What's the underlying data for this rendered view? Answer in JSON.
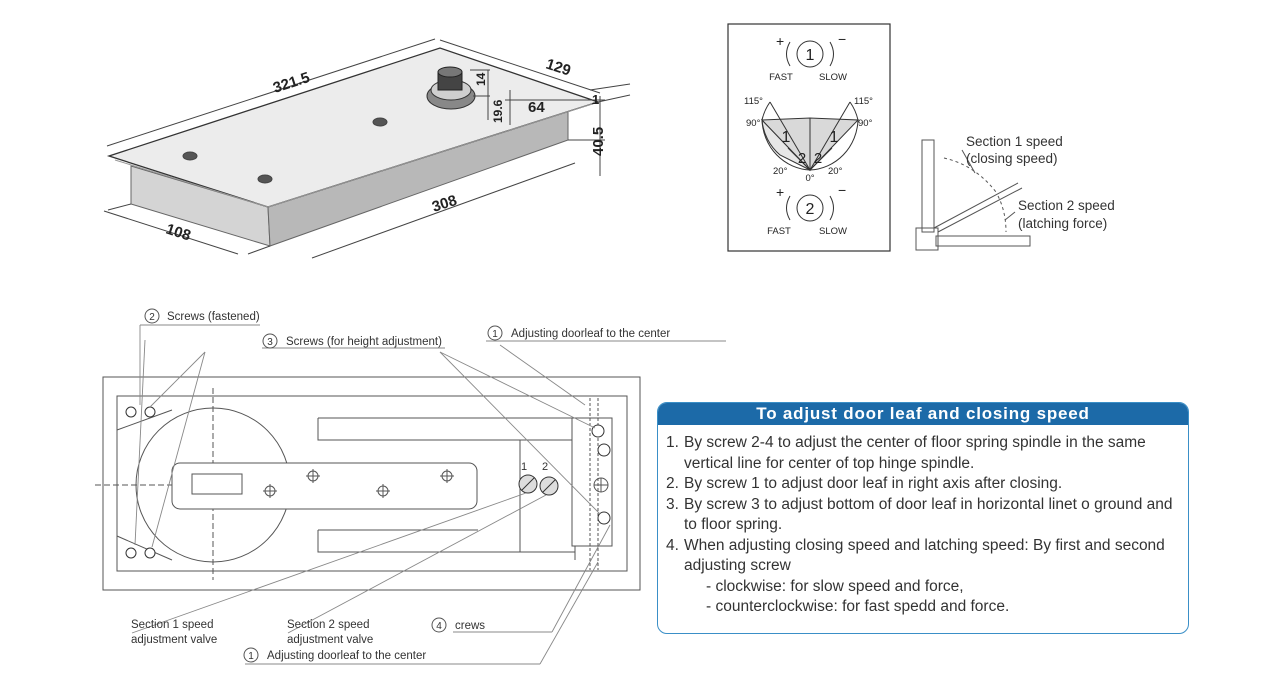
{
  "dims": {
    "length_top": "321.5",
    "width_top": "129",
    "spindle_h1": "14",
    "spindle_h2": "19.6",
    "spindle_offset": "64",
    "plate_thickness": "1",
    "body_height": "40.5",
    "body_width": "108",
    "body_length": "308"
  },
  "speed_box": {
    "plus": "+",
    "minus": "−",
    "fast": "FAST",
    "slow": "SLOW",
    "circle1": "1",
    "circle2": "2",
    "angle_115": "115°",
    "angle_90": "90°",
    "angle_20": "20°",
    "angle_0": "0°",
    "zone1": "1",
    "zone2": "2"
  },
  "sections": {
    "section1_title": "Section 1 speed",
    "section1_sub": "(closing speed)",
    "section2_title": "Section 2 speed",
    "section2_sub": "(latching force)"
  },
  "callouts": {
    "c2_num": "2",
    "c2_text": "Screws (fastened)",
    "c3_num": "3",
    "c3_text": "Screws (for height adjustment)",
    "c1_num": "1",
    "c1_text": "Adjusting doorleaf to  the center",
    "valve1_l1": "Section 1 speed",
    "valve1_l2": "adjustment valve",
    "valve2_l1": "Section 2 speed",
    "valve2_l2": "adjustment valve",
    "c4_num": "4",
    "c4_text": "crews",
    "c1b_num": "1",
    "c1b_text": "Adjusting doorleaf to  the center",
    "valve_label_1": "1",
    "valve_label_2": "2"
  },
  "instructions": {
    "title": "To adjust door leaf and closing speed",
    "steps": [
      {
        "num": "1.",
        "text": "By screw 2-4 to adjust the center of floor spring spindle in the same vertical line for center of top hinge spindle."
      },
      {
        "num": "2.",
        "text": "By screw 1 to adjust door leaf in right axis after closing."
      },
      {
        "num": "3.",
        "text": "By screw 3 to adjust bottom of door leaf in horizontal linet o ground and to floor spring."
      },
      {
        "num": "4.",
        "text": "When adjusting closing speed and latching speed: By first and second adjusting screw"
      }
    ],
    "sub_items": [
      "- clockwise: for slow speed and force,",
      "- counterclockwise: for fast spedd and force."
    ]
  },
  "colors": {
    "header_bg": "#1c6aa8",
    "panel_border": "#3a8fc7"
  }
}
